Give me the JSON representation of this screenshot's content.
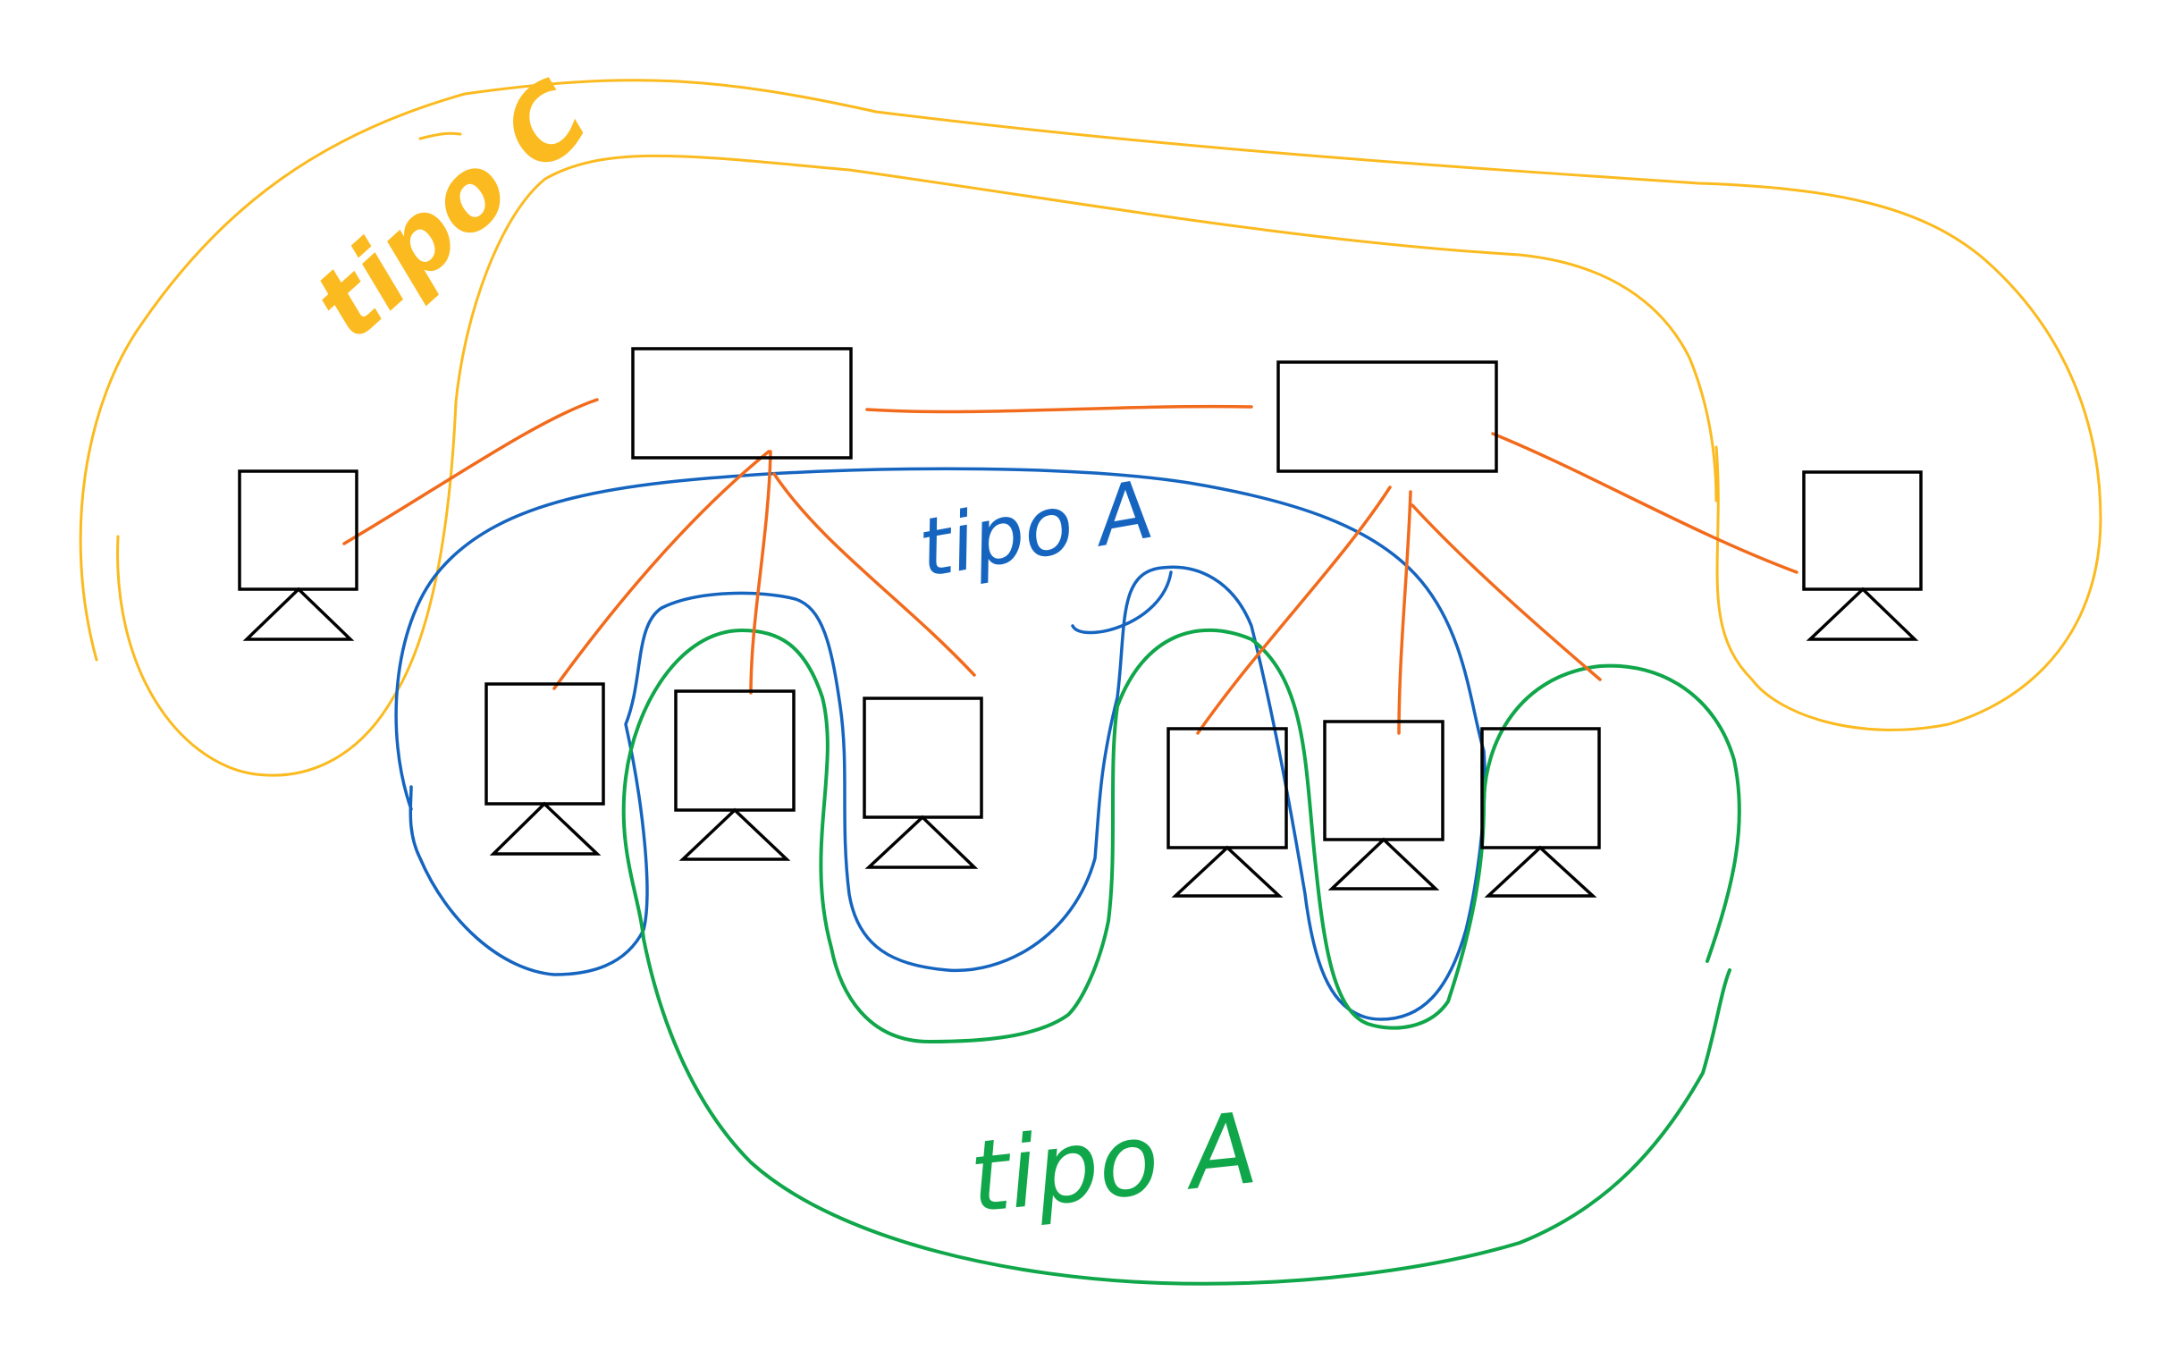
{
  "labels": {
    "tipo_c": "tipo C",
    "tipo_a_blue": "tipo A",
    "tipo_a_green": "tipo A"
  },
  "colors": {
    "background": "#ffffff",
    "node_stroke": "#000000",
    "yellow": "#FBBA1F",
    "orange": "#F26A1B",
    "blue": "#1565C0",
    "green": "#10A64A"
  },
  "nodes": {
    "switches": [
      "switch-left",
      "switch-right"
    ],
    "hosts": [
      "host-far-left",
      "host-1",
      "host-2",
      "host-3",
      "host-4",
      "host-5",
      "host-6",
      "host-far-right"
    ]
  }
}
